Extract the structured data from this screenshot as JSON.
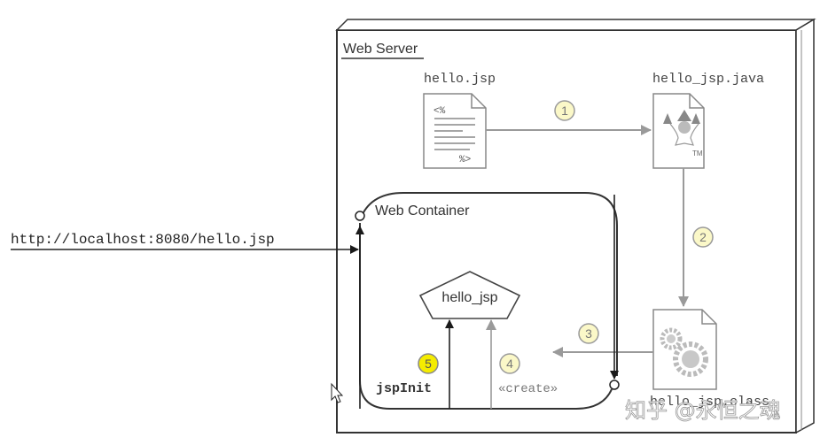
{
  "diagram": {
    "web_server_label": "Web Server",
    "web_container_label": "Web Container",
    "url_label": "http://localhost:8080/hello.jsp",
    "files": {
      "jsp": {
        "name": "hello.jsp",
        "open_tag": "<%",
        "close_tag": "%>"
      },
      "java": {
        "name": "hello_jsp.java",
        "tm": "TM"
      },
      "class": {
        "name": "hello_jsp.class"
      }
    },
    "servlet_label": "hello_jsp",
    "steps": [
      {
        "num": "1",
        "highlighted": false
      },
      {
        "num": "2",
        "highlighted": false
      },
      {
        "num": "3",
        "highlighted": false
      },
      {
        "num": "4",
        "highlighted": false,
        "label": "«create»"
      },
      {
        "num": "5",
        "highlighted": true,
        "label": "jspInit"
      }
    ],
    "colors": {
      "step_fill": "#fbf8c8",
      "step_highlight": "#f5ec00",
      "gray_line": "#9a9a9a",
      "dark_line": "#2a2a2a"
    }
  },
  "watermark": "知乎 @永恒之魂"
}
